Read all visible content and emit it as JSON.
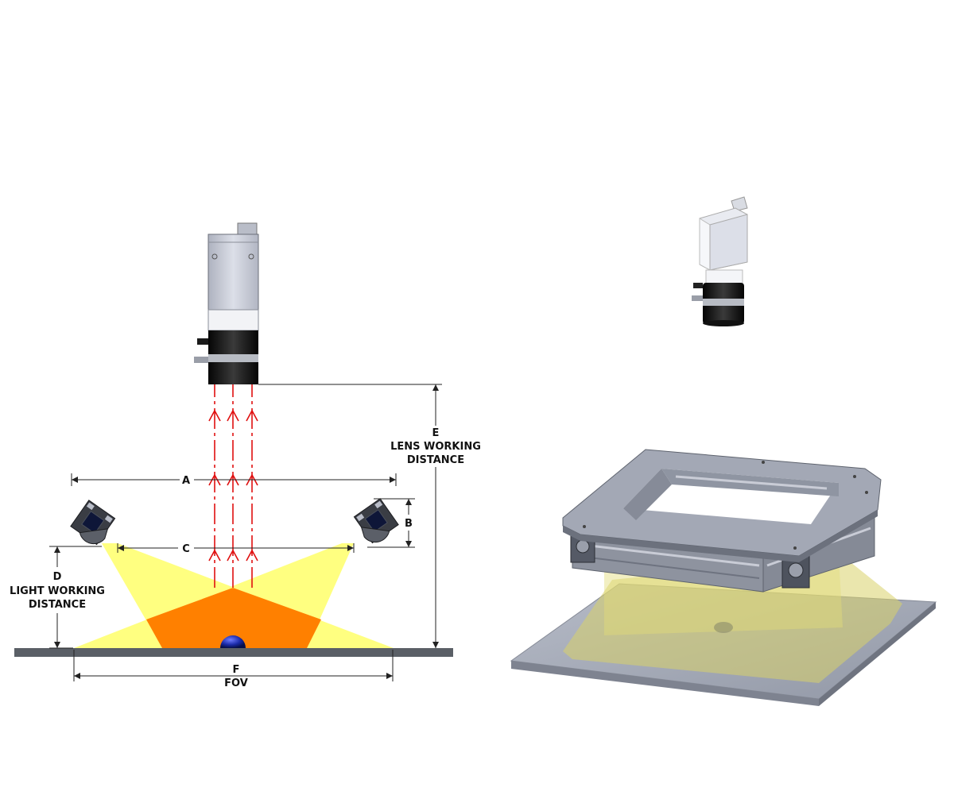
{
  "labels": {
    "a": "A",
    "b": "B",
    "c": "C",
    "d_letter": "D",
    "d_line1": "LIGHT WORKING",
    "d_line2": "DISTANCE",
    "e_letter": "E",
    "e_line1": "LENS WORKING",
    "e_line2": "DISTANCE",
    "f_letter": "F",
    "f_line2": "FOV"
  },
  "colors": {
    "light_cone": "#ffff80",
    "overlap": "#ff8000",
    "ray": "#e01010",
    "target": "#1a2aa8",
    "surface": "#5a5f66",
    "camera_body": "#c9ccd6",
    "lens_ring": "#1a1a1a",
    "lens_band": "#b8bcc4",
    "frame": "#9fa4b2",
    "plate": "#a7acb8",
    "glow": "#d9d26a"
  },
  "icons": {
    "camera": "camera-icon",
    "light": "spotlight-icon",
    "target": "target-sphere-icon"
  }
}
